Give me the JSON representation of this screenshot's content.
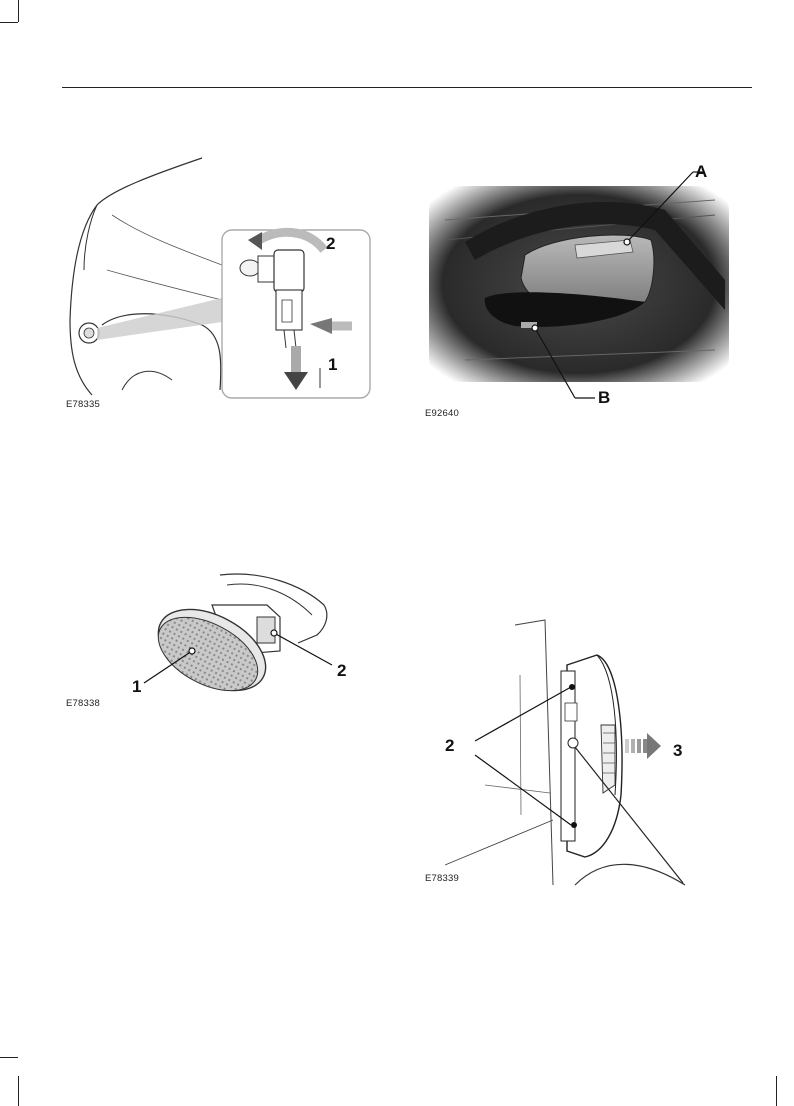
{
  "figures": [
    {
      "id": "fig1",
      "code": "E78335",
      "callouts": [
        "2",
        "1"
      ]
    },
    {
      "id": "fig2",
      "code": "E92640",
      "callouts": [
        "A",
        "B"
      ]
    },
    {
      "id": "fig3",
      "code": "E78338",
      "callouts": [
        "2",
        "1"
      ]
    },
    {
      "id": "fig4",
      "code": "E78339",
      "callouts": [
        "2",
        "3"
      ]
    }
  ]
}
